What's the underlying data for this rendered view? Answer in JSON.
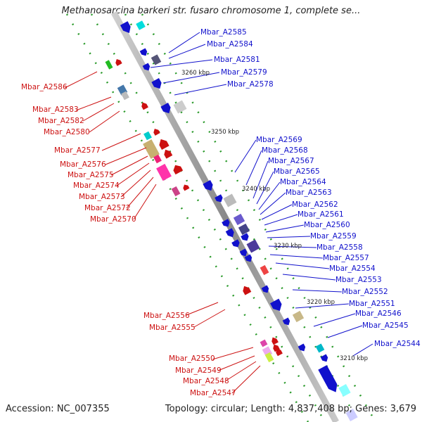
{
  "title": "Methanosarcina barkeri str. fusaro chromosome 1, complete se...",
  "footer": {
    "accession": "Accession: NC_007355",
    "summary": "Topology: circular; Length: 4,837,408 bp; Genes: 3,679"
  },
  "ticks": [
    "3260 kbp",
    "3250 kbp",
    "3240 kbp",
    "3230 kbp",
    "3220 kbp",
    "3210 kbp"
  ],
  "genes_forward": [
    "Mbar_A2585",
    "Mbar_A2584",
    "Mbar_A2581",
    "Mbar_A2579",
    "Mbar_A2578",
    "Mbar_A2569",
    "Mbar_A2568",
    "Mbar_A2567",
    "Mbar_A2565",
    "Mbar_A2564",
    "Mbar_A2563",
    "Mbar_A2562",
    "Mbar_A2561",
    "Mbar_A2560",
    "Mbar_A2559",
    "Mbar_A2558",
    "Mbar_A2557",
    "Mbar_A2554",
    "Mbar_A2553",
    "Mbar_A2552",
    "Mbar_A2551",
    "Mbar_A2546",
    "Mbar_A2545",
    "Mbar_A2544"
  ],
  "genes_reverse": [
    "Mbar_A2586",
    "Mbar_A2583",
    "Mbar_A2582",
    "Mbar_A2580",
    "Mbar_A2577",
    "Mbar_A2576",
    "Mbar_A2575",
    "Mbar_A2574",
    "Mbar_A2573",
    "Mbar_A2572",
    "Mbar_A2570",
    "Mbar_A2556",
    "Mbar_A2555",
    "Mbar_A2550",
    "Mbar_A2549",
    "Mbar_A2548",
    "Mbar_A2547"
  ],
  "colors": {
    "forward": "#1111cc",
    "reverse": "#cc1111",
    "backbone": "#999999"
  }
}
